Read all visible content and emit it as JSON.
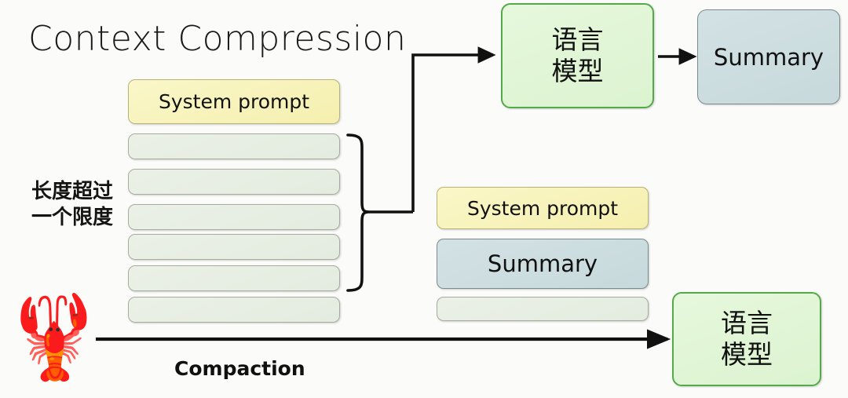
{
  "page": {
    "title": "Context Compression",
    "background_color": "#fbfbf9"
  },
  "colors": {
    "yellow_fill": "#f7f2bd",
    "grey_fill": "#e7eee0",
    "blue_fill": "#cdddde",
    "green_fill": "#e0f6d6",
    "green_border": "#54a94a",
    "line": "#111111"
  },
  "side_note": {
    "line1": "长度超过",
    "line2": "一个限度"
  },
  "left_stack": {
    "name": "original-context-stack",
    "items": [
      {
        "label": "System prompt",
        "kind": "yellow"
      },
      {
        "label": "",
        "kind": "grey"
      },
      {
        "label": "",
        "kind": "grey"
      },
      {
        "label": "",
        "kind": "grey"
      },
      {
        "label": "",
        "kind": "grey"
      },
      {
        "label": "",
        "kind": "grey"
      },
      {
        "label": "",
        "kind": "grey"
      }
    ]
  },
  "middle_stack": {
    "name": "compacted-context-stack",
    "items": [
      {
        "label": "System prompt",
        "kind": "yellow"
      },
      {
        "label": "Summary",
        "kind": "blue"
      },
      {
        "label": "",
        "kind": "grey"
      }
    ]
  },
  "llm_top": {
    "line1": "语言",
    "line2": "模型"
  },
  "llm_bottom": {
    "line1": "语言",
    "line2": "模型"
  },
  "summary_box": {
    "label": "Summary"
  },
  "bottom": {
    "caption": "Compaction",
    "mascot": "🦞"
  },
  "connectors": [
    {
      "name": "brace-to-llm-arrow",
      "type": "arrow"
    },
    {
      "name": "llm-to-summary-arrow",
      "type": "arrow"
    },
    {
      "name": "compaction-arrow",
      "type": "arrow"
    },
    {
      "name": "context-brace",
      "type": "curly-brace"
    }
  ]
}
